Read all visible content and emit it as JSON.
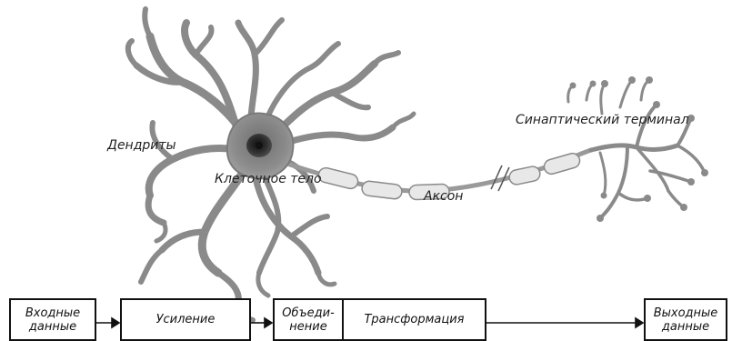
{
  "neuron_labels": {
    "dendrites": "Дендриты",
    "cell_body": "Клеточное тело",
    "axon": "Аксон",
    "synaptic_terminal": "Синаптический терминал"
  },
  "pipeline": {
    "input": {
      "line1": "Входные",
      "line2": "данные"
    },
    "amplification": "Усиление",
    "combination": {
      "line1": "Объеди-",
      "line2": "нение"
    },
    "transformation": "Трансформация",
    "output": {
      "line1": "Выходные",
      "line2": "данные"
    }
  },
  "colors": {
    "neuron_stroke": "#8c8c8c",
    "neuron_fill": "#b0b0b0",
    "nucleus": "#2a2a2a",
    "myelin": "#e6e6e6",
    "box_border": "#111111"
  }
}
